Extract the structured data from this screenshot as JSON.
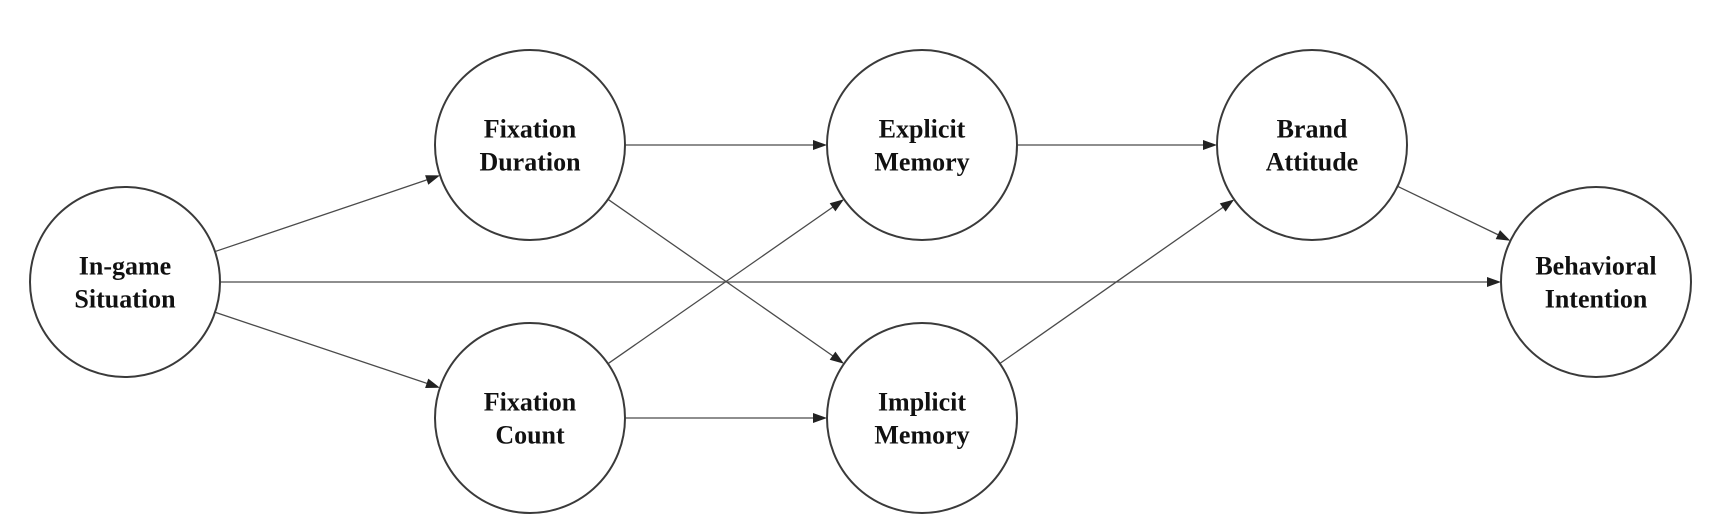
{
  "diagram": {
    "nodes": [
      {
        "id": "in-game-situation",
        "lines": [
          "In-game",
          "Situation"
        ]
      },
      {
        "id": "fixation-duration",
        "lines": [
          "Fixation",
          "Duration"
        ]
      },
      {
        "id": "fixation-count",
        "lines": [
          "Fixation",
          "Count"
        ]
      },
      {
        "id": "explicit-memory",
        "lines": [
          "Explicit",
          "Memory"
        ]
      },
      {
        "id": "implicit-memory",
        "lines": [
          "Implicit",
          "Memory"
        ]
      },
      {
        "id": "brand-attitude",
        "lines": [
          "Brand",
          "Attitude"
        ]
      },
      {
        "id": "behavioral-intention",
        "lines": [
          "Behavioral",
          "Intention"
        ]
      }
    ],
    "edges": [
      {
        "from": "in-game-situation",
        "to": "fixation-duration"
      },
      {
        "from": "in-game-situation",
        "to": "fixation-count"
      },
      {
        "from": "in-game-situation",
        "to": "behavioral-intention"
      },
      {
        "from": "fixation-duration",
        "to": "explicit-memory"
      },
      {
        "from": "fixation-duration",
        "to": "implicit-memory"
      },
      {
        "from": "fixation-count",
        "to": "explicit-memory"
      },
      {
        "from": "fixation-count",
        "to": "implicit-memory"
      },
      {
        "from": "explicit-memory",
        "to": "brand-attitude"
      },
      {
        "from": "implicit-memory",
        "to": "brand-attitude"
      },
      {
        "from": "brand-attitude",
        "to": "behavioral-intention"
      }
    ]
  }
}
